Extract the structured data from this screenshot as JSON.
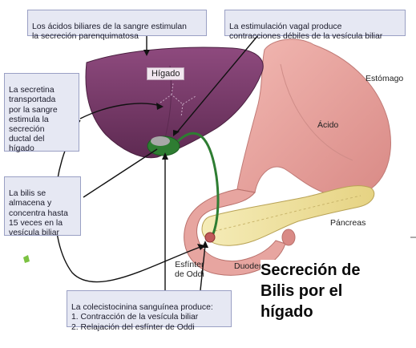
{
  "diagram": {
    "boxes": {
      "acidos": "Los ácidos biliares de la sangre estimulan\nla secreción parenquimatosa",
      "vagal": "La estimulación vagal produce\ncontracciones débiles de la vesícula biliar",
      "secretina": "La secretina\ntransportada\npor la sangre\nestimula la\nsecreción\nductal del\nhígado",
      "bilis": "La bilis se\nalmacena y\nconcentra hasta\n15 veces en la\nvesícula biliar",
      "colecistocinina": "La colecistocinina sanguínea produce:\n    1. Contracción de la vesícula biliar\n    2. Relajación del esfínter de Oddi"
    },
    "labels": {
      "higado": "Hígado",
      "estomago": "Estómago",
      "acido": "Ácido",
      "pancreas": "Páncreas",
      "esfinter": "Esfínter\nde Oddi",
      "duodeno": "Duodeno"
    },
    "title_line1": "Secreción de",
    "title_line2": "Bilis por el",
    "title_line3": "hígado"
  },
  "colors": {
    "liver": "#7a3a6a",
    "stomach": "#e7a5a0",
    "pancreas": "#efe3a0",
    "gallbladder": "#2e7d32",
    "box_fill": "#e6e8f3"
  }
}
